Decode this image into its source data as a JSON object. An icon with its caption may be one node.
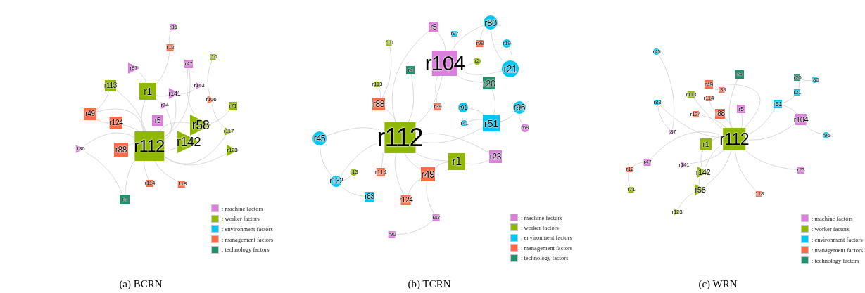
{
  "diagram": {
    "nodes": [
      {
        "text": [
          "r112"
        ]
      },
      {
        "text": [
          "r142"
        ]
      },
      {
        "text": [
          "r58"
        ]
      },
      {
        "text": [
          "r1"
        ]
      },
      {
        "text": [
          "r113"
        ]
      },
      {
        "text": [
          "r87"
        ]
      },
      {
        "text": [
          "r141"
        ]
      },
      {
        "text": [
          "r5"
        ]
      },
      {
        "text": [
          "r124"
        ]
      },
      {
        "text": [
          "r49"
        ]
      },
      {
        "text": [
          "r88"
        ]
      },
      {
        "text": [
          "r71"
        ]
      },
      {
        "text": [
          "r123"
        ]
      },
      {
        "text": [
          "r47"
        ]
      },
      {
        "text": [
          "r35"
        ]
      },
      {
        "text": [
          "r12"
        ]
      },
      {
        "text": [
          "r4"
        ]
      },
      {
        "text": [
          "r114"
        ]
      },
      {
        "text": [
          "r118"
        ]
      },
      {
        "text": [
          "r136"
        ]
      },
      {
        "text": [
          "r106"
        ]
      },
      {
        "text": [
          "r117"
        ]
      },
      {
        "text": [
          "r10"
        ]
      },
      {
        "text": [
          "r74"
        ]
      },
      {
        "text": [
          "r143"
        ]
      },
      {
        "text": [
          "r112"
        ]
      },
      {
        "text": [
          "r104"
        ]
      },
      {
        "text": [
          "r80"
        ]
      },
      {
        "text": [
          "r21"
        ]
      },
      {
        "text": [
          "r20"
        ]
      },
      {
        "text": [
          "r51"
        ]
      },
      {
        "text": [
          "r96"
        ]
      },
      {
        "text": [
          "r1"
        ]
      },
      {
        "text": [
          "r49"
        ]
      },
      {
        "text": [
          "r88"
        ]
      },
      {
        "text": [
          "r45"
        ]
      },
      {
        "text": [
          "r132"
        ]
      },
      {
        "text": [
          "r83"
        ]
      },
      {
        "text": [
          "r124"
        ]
      },
      {
        "text": [
          "r114"
        ]
      },
      {
        "text": [
          "r23"
        ]
      },
      {
        "text": [
          "r5"
        ]
      },
      {
        "text": [
          "r39"
        ]
      },
      {
        "text": [
          "r91"
        ]
      },
      {
        "text": [
          "r4"
        ]
      },
      {
        "text": [
          "r69"
        ]
      },
      {
        "text": [
          "r47"
        ]
      },
      {
        "text": [
          "r90"
        ]
      },
      {
        "text": [
          "r13"
        ]
      },
      {
        "text": [
          "r2"
        ]
      },
      {
        "text": [
          "r19"
        ]
      },
      {
        "text": [
          "r97"
        ]
      },
      {
        "text": [
          "r99"
        ]
      },
      {
        "text": [
          "r10"
        ]
      },
      {
        "text": [
          "r113"
        ]
      },
      {
        "text": [
          "r41"
        ]
      },
      {
        "text": [
          "r112"
        ]
      },
      {
        "text": [
          "r1"
        ]
      },
      {
        "text": [
          "r142"
        ]
      },
      {
        "text": [
          "r58"
        ]
      },
      {
        "text": [
          "r104"
        ]
      },
      {
        "text": [
          "r51"
        ]
      },
      {
        "text": [
          "r21"
        ]
      },
      {
        "text": [
          "r20"
        ]
      },
      {
        "text": [
          "r4"
        ]
      },
      {
        "text": [
          "r49"
        ]
      },
      {
        "text": [
          "r113"
        ]
      },
      {
        "text": [
          "r88"
        ]
      },
      {
        "text": [
          "r5"
        ]
      },
      {
        "text": [
          "r124"
        ]
      },
      {
        "text": [
          "r39"
        ]
      },
      {
        "text": [
          "r114"
        ]
      },
      {
        "text": [
          "r45"
        ]
      },
      {
        "text": [
          "r83"
        ]
      },
      {
        "text": [
          "r47"
        ]
      },
      {
        "text": [
          "r12"
        ]
      },
      {
        "text": [
          "r71"
        ]
      },
      {
        "text": [
          "r123"
        ]
      },
      {
        "text": [
          "r141"
        ]
      },
      {
        "text": [
          "r87"
        ]
      },
      {
        "text": [
          "r23"
        ]
      },
      {
        "text": [
          "r118"
        ]
      },
      {
        "text": [
          "r80"
        ]
      },
      {
        "text": [
          "r96"
        ]
      }
    ],
    "edges": [
      {
        "from": 0,
        "to": 1,
        "arrow": "none"
      },
      {
        "from": 0,
        "to": 2,
        "arrow": "none"
      },
      {
        "from": 0,
        "to": 3,
        "arrow": "none"
      },
      {
        "from": 0,
        "to": 4,
        "arrow": "none"
      },
      {
        "from": 0,
        "to": 6,
        "arrow": "none"
      },
      {
        "from": 0,
        "to": 7,
        "arrow": "none"
      },
      {
        "from": 0,
        "to": 8,
        "arrow": "none"
      },
      {
        "from": 0,
        "to": 9,
        "arrow": "none"
      },
      {
        "from": 0,
        "to": 10,
        "arrow": "none"
      },
      {
        "from": 0,
        "to": 12,
        "arrow": "none"
      },
      {
        "from": 0,
        "to": 13,
        "arrow": "none"
      },
      {
        "from": 0,
        "to": 16,
        "arrow": "none"
      },
      {
        "from": 0,
        "to": 17,
        "arrow": "none"
      },
      {
        "from": 0,
        "to": 18,
        "arrow": "none"
      },
      {
        "from": 0,
        "to": 19,
        "arrow": "none"
      },
      {
        "from": 0,
        "to": 21,
        "arrow": "none"
      },
      {
        "from": 0,
        "to": 23,
        "arrow": "none"
      },
      {
        "from": 3,
        "to": 5,
        "arrow": "none"
      },
      {
        "from": 3,
        "to": 15,
        "arrow": "none"
      },
      {
        "from": 3,
        "to": 6,
        "arrow": "none"
      },
      {
        "from": 9,
        "to": 4,
        "arrow": "none"
      },
      {
        "from": 9,
        "to": 8,
        "arrow": "none"
      },
      {
        "from": 2,
        "to": 11,
        "arrow": "none"
      },
      {
        "from": 1,
        "to": 2,
        "arrow": "none"
      },
      {
        "from": 14,
        "to": 15,
        "arrow": "none"
      },
      {
        "from": 6,
        "to": 24,
        "arrow": "none"
      },
      {
        "from": 20,
        "to": 21,
        "arrow": "none"
      },
      {
        "from": 22,
        "to": 20,
        "arrow": "none"
      },
      {
        "from": 16,
        "to": 19,
        "arrow": "none"
      },
      {
        "from": 13,
        "to": 2,
        "arrow": "none"
      },
      {
        "from": 25,
        "to": 26,
        "arrow": "none"
      },
      {
        "from": 25,
        "to": 30,
        "arrow": "none"
      },
      {
        "from": 25,
        "to": 32,
        "arrow": "none"
      },
      {
        "from": 25,
        "to": 33,
        "arrow": "none"
      },
      {
        "from": 25,
        "to": 34,
        "arrow": "none"
      },
      {
        "from": 25,
        "to": 35,
        "arrow": "none"
      },
      {
        "from": 25,
        "to": 36,
        "arrow": "none"
      },
      {
        "from": 25,
        "to": 38,
        "arrow": "none"
      },
      {
        "from": 25,
        "to": 39,
        "arrow": "none"
      },
      {
        "from": 25,
        "to": 41,
        "arrow": "none"
      },
      {
        "from": 25,
        "to": 44,
        "arrow": "none"
      },
      {
        "from": 25,
        "to": 40,
        "arrow": "none"
      },
      {
        "from": 26,
        "to": 27,
        "arrow": "none"
      },
      {
        "from": 26,
        "to": 28,
        "arrow": "none"
      },
      {
        "from": 26,
        "to": 29,
        "arrow": "none"
      },
      {
        "from": 26,
        "to": 41,
        "arrow": "none"
      },
      {
        "from": 26,
        "to": 42,
        "arrow": "none"
      },
      {
        "from": 26,
        "to": 49,
        "arrow": "none"
      },
      {
        "from": 26,
        "to": 51,
        "arrow": "none"
      },
      {
        "from": 30,
        "to": 31,
        "arrow": "none"
      },
      {
        "from": 30,
        "to": 43,
        "arrow": "none"
      },
      {
        "from": 30,
        "to": 29,
        "arrow": "none"
      },
      {
        "from": 28,
        "to": 27,
        "arrow": "none"
      },
      {
        "from": 28,
        "to": 50,
        "arrow": "none"
      },
      {
        "from": 27,
        "to": 52,
        "arrow": "none"
      },
      {
        "from": 32,
        "to": 40,
        "arrow": "none"
      },
      {
        "from": 32,
        "to": 33,
        "arrow": "none"
      },
      {
        "from": 33,
        "to": 38,
        "arrow": "none"
      },
      {
        "from": 36,
        "to": 37,
        "arrow": "none"
      },
      {
        "from": 35,
        "to": 36,
        "arrow": "none"
      },
      {
        "from": 36,
        "to": 48,
        "arrow": "none"
      },
      {
        "from": 47,
        "to": 46,
        "arrow": "none"
      },
      {
        "from": 34,
        "to": 54,
        "arrow": "none"
      },
      {
        "from": 53,
        "to": 34,
        "arrow": "none"
      },
      {
        "from": 31,
        "to": 45,
        "arrow": "none"
      },
      {
        "from": 30,
        "to": 55,
        "arrow": "none"
      },
      {
        "from": 33,
        "to": 46,
        "arrow": "none"
      },
      {
        "from": 56,
        "to": 57,
        "arrow": "none"
      },
      {
        "from": 56,
        "to": 58,
        "arrow": "none"
      },
      {
        "from": 56,
        "to": 59,
        "arrow": "none"
      },
      {
        "from": 56,
        "to": 60,
        "arrow": "none"
      },
      {
        "from": 56,
        "to": 61,
        "arrow": "none"
      },
      {
        "from": 56,
        "to": 64,
        "arrow": "none"
      },
      {
        "from": 56,
        "to": 65,
        "arrow": "none"
      },
      {
        "from": 56,
        "to": 66,
        "arrow": "none"
      },
      {
        "from": 56,
        "to": 67,
        "arrow": "none"
      },
      {
        "from": 56,
        "to": 68,
        "arrow": "none"
      },
      {
        "from": 56,
        "to": 69,
        "arrow": "none"
      },
      {
        "from": 56,
        "to": 73,
        "arrow": "none"
      },
      {
        "from": 56,
        "to": 74,
        "arrow": "none"
      },
      {
        "from": 56,
        "to": 78,
        "arrow": "none"
      },
      {
        "from": 56,
        "to": 80,
        "arrow": "none"
      },
      {
        "from": 56,
        "to": 81,
        "arrow": "none"
      },
      {
        "from": 60,
        "to": 61,
        "arrow": "none"
      },
      {
        "from": 60,
        "to": 83,
        "arrow": "none"
      },
      {
        "from": 61,
        "to": 62,
        "arrow": "none"
      },
      {
        "from": 62,
        "to": 63,
        "arrow": "none"
      },
      {
        "from": 63,
        "to": 82,
        "arrow": "none"
      },
      {
        "from": 57,
        "to": 58,
        "arrow": "none"
      },
      {
        "from": 58,
        "to": 59,
        "arrow": "none"
      },
      {
        "from": 59,
        "to": 77,
        "arrow": "none"
      },
      {
        "from": 74,
        "to": 75,
        "arrow": "none"
      },
      {
        "from": 75,
        "to": 76,
        "arrow": "none"
      },
      {
        "from": 72,
        "to": 79,
        "arrow": "none"
      },
      {
        "from": 73,
        "to": 79,
        "arrow": "none"
      },
      {
        "from": 65,
        "to": 70,
        "arrow": "none"
      },
      {
        "from": 71,
        "to": 67,
        "arrow": "none"
      }
    ],
    "labels": [
      "(a) BCRN",
      "(b) TCRN",
      "(c) WRN"
    ],
    "legend": [
      {
        "text": ": machine factors",
        "color": "#da80dc"
      },
      {
        "text": ": worker factors",
        "color": "#8fb800"
      },
      {
        "text": ": environment factors",
        "color": "#00c6f2"
      },
      {
        "text": ": management factors",
        "color": "#fb6b46"
      },
      {
        "text": ": technology factors",
        "color": "#22906c"
      },
      {
        "text": ": machine factors",
        "color": "#da80dc"
      },
      {
        "text": ": worker factors",
        "color": "#8fb800"
      },
      {
        "text": ": environment factors",
        "color": "#00c6f2"
      },
      {
        "text": ": management factors",
        "color": "#fb6b46"
      },
      {
        "text": ": technology factors",
        "color": "#22906c"
      },
      {
        "text": ": machine factors",
        "color": "#da80dc"
      },
      {
        "text": ": worker factors",
        "color": "#8fb800"
      },
      {
        "text": ": environment factors",
        "color": "#00c6f2"
      },
      {
        "text": ": management factors",
        "color": "#fb6b46"
      },
      {
        "text": ": technology factors",
        "color": "#22906c"
      }
    ]
  }
}
